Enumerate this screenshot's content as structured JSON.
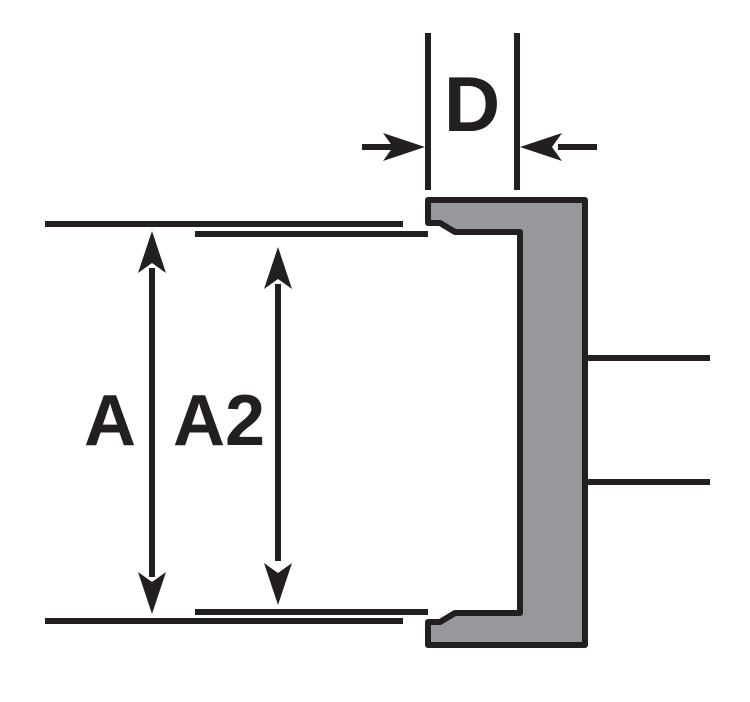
{
  "diagram": {
    "type": "technical-dimension-cross-section",
    "labels": {
      "d": "D",
      "a": "A",
      "a2": "A2"
    },
    "colors": {
      "part_fill": "#97989B",
      "ink": "#231F20",
      "background": "#FFFFFF"
    }
  }
}
